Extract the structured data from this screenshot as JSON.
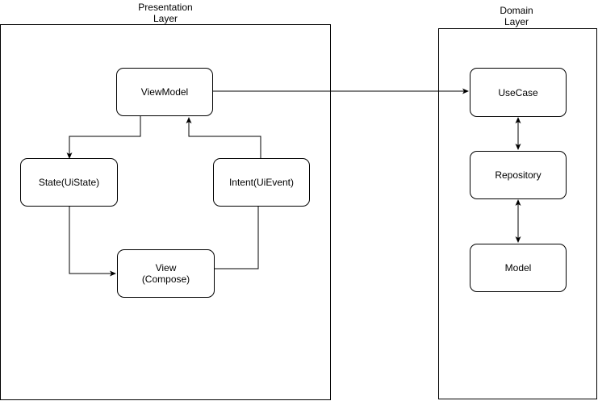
{
  "layers": {
    "presentation": {
      "title_line1": "Presentation",
      "title_line2": "Layer"
    },
    "domain": {
      "title_line1": "Domain",
      "title_line2": "Layer"
    }
  },
  "nodes": {
    "viewmodel": "ViewModel",
    "state": "State(UiState)",
    "intent": "Intent(UiEvent)",
    "view_line1": "View",
    "view_line2": "(Compose)",
    "usecase": "UseCase",
    "repository": "Repository",
    "model": "Model"
  },
  "colors": {
    "stroke": "#000000",
    "background": "#ffffff"
  }
}
